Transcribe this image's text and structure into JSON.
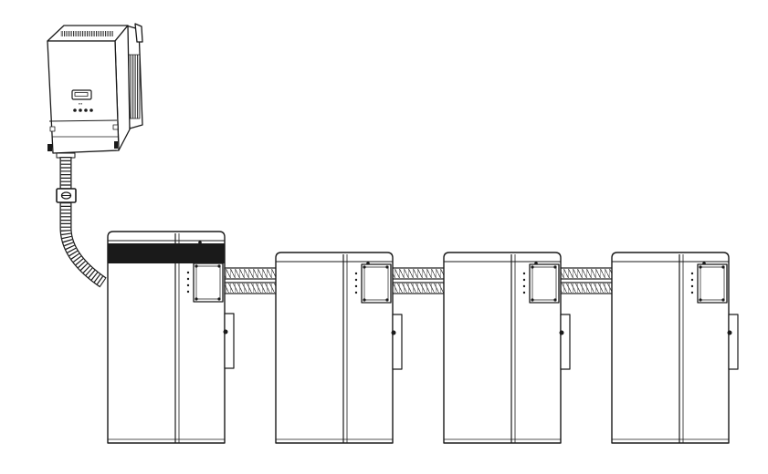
{
  "diagram": {
    "description_visible_text": "",
    "components": {
      "inverter": {
        "icon": "inverter-icon",
        "display_text": ""
      },
      "shield_clip": {
        "icon": "shield-icon"
      },
      "batteries": [
        {
          "id": "battery-module-1",
          "master": true
        },
        {
          "id": "battery-module-2",
          "master": false
        },
        {
          "id": "battery-module-3",
          "master": false
        },
        {
          "id": "battery-module-4",
          "master": false
        }
      ],
      "cables": [
        {
          "from": "inverter",
          "to": "battery-module-1",
          "icon": "conduit-icon"
        },
        {
          "from": "battery-module-1",
          "to": "battery-module-2",
          "icon": "conduit-icon"
        },
        {
          "from": "battery-module-2",
          "to": "battery-module-3",
          "icon": "conduit-icon"
        },
        {
          "from": "battery-module-3",
          "to": "battery-module-4",
          "icon": "conduit-icon"
        }
      ]
    },
    "colors": {
      "stroke": "#1a1a1a",
      "fill": "#ffffff",
      "master_band": "#1a1a1a",
      "fins": "#9a9a9a"
    }
  }
}
